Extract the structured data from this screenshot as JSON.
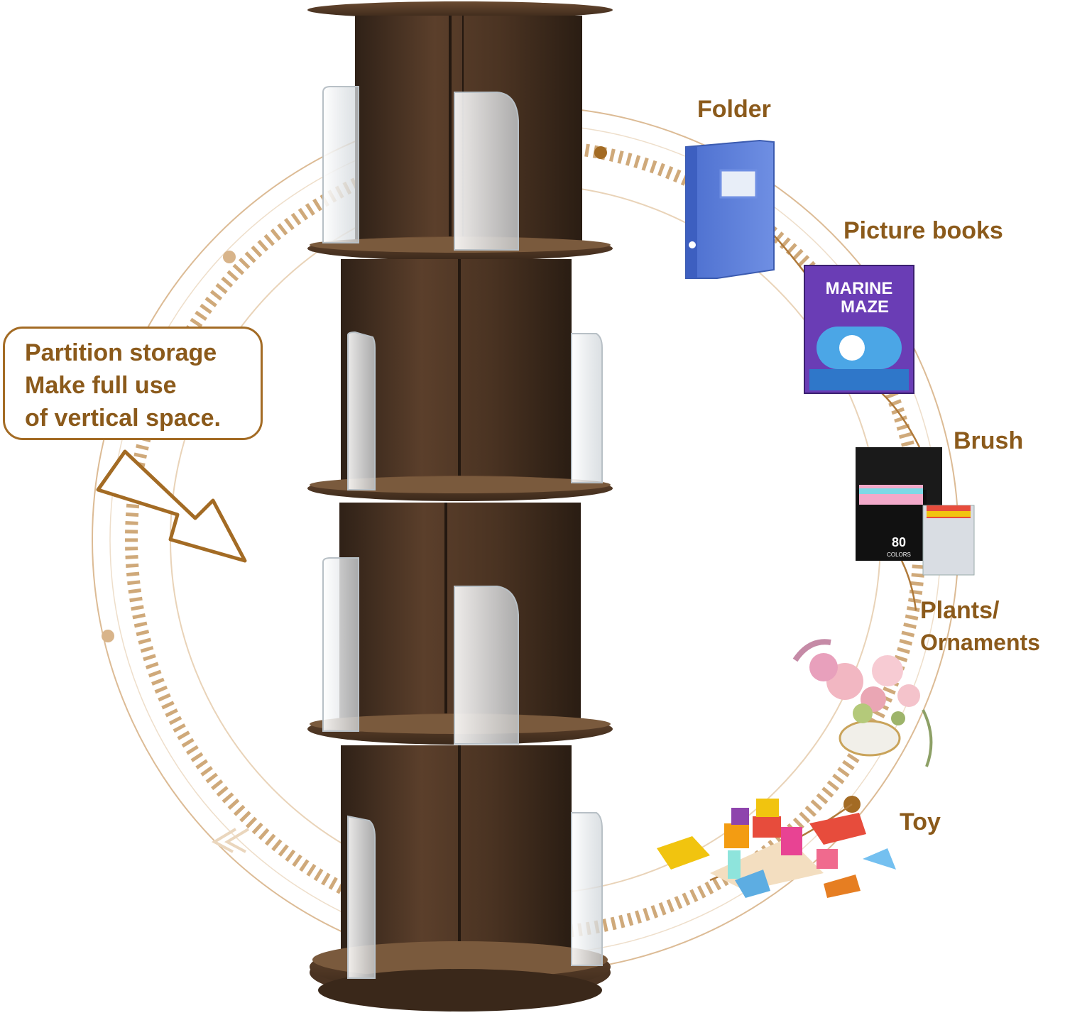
{
  "callout": {
    "lines": [
      "Partition storage",
      "Make full use",
      "of vertical space."
    ]
  },
  "items": [
    {
      "label": "Folder",
      "icon": "folder-icon"
    },
    {
      "label": "Picture books",
      "icon": "picture-book-icon",
      "book_title_lines": [
        "MARINE",
        "MAZE"
      ]
    },
    {
      "label": "Brush",
      "icon": "marker-set-icon",
      "box_text": [
        "80",
        "COLORS"
      ]
    },
    {
      "label_lines": [
        "Plants/",
        "Ornaments"
      ],
      "icon": "plant-pot-icon"
    },
    {
      "label": "Toy",
      "icon": "shape-sorter-toy-icon"
    }
  ],
  "colors": {
    "accent": "#a36b24",
    "accent_light": "#d8b48a",
    "wood_dark": "#3b2a1c",
    "wood_mid": "#5a3f2a",
    "acrylic": "#e9ecef"
  }
}
